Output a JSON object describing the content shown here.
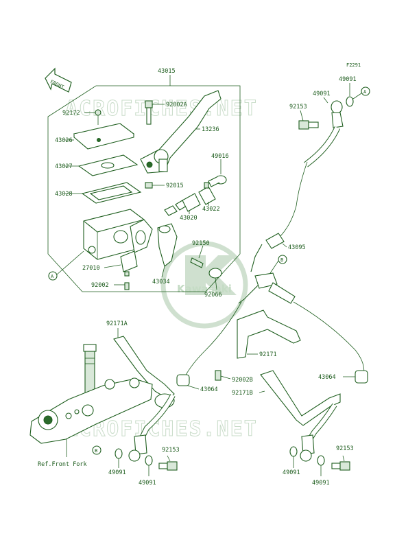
{
  "figure_code": "F2291",
  "front_label": "FRONT",
  "ref_label": "Ref.Front Fork",
  "watermark": {
    "text": "ACROFICHES.NET",
    "brand": "Kawasaki"
  },
  "callouts": {
    "A": "A",
    "B": "B"
  },
  "parts": {
    "p43015": "43015",
    "p92002A": "92002A",
    "p92172": "92172",
    "p13236": "13236",
    "p43026": "43026",
    "p43027": "43027",
    "p49016": "49016",
    "p92015": "92015",
    "p43028": "43028",
    "p43022": "43022",
    "p43020": "43020",
    "p92150": "92150",
    "p27010": "27010",
    "p43034": "43034",
    "p92002": "92002",
    "p92066": "92066",
    "p49091_top": "49091",
    "p49091_top2": "49091",
    "p92153_top": "92153",
    "p43095": "43095",
    "p92171A": "92171A",
    "p92171": "92171",
    "p92002B": "92002B",
    "p43064_left": "43064",
    "p92171B": "92171B",
    "p43064_right": "43064",
    "p92153_bl": "92153",
    "p49091_bl1": "49091",
    "p49091_bl2": "49091",
    "p92153_br": "92153",
    "p49091_br1": "49091",
    "p49091_br2": "49091"
  }
}
